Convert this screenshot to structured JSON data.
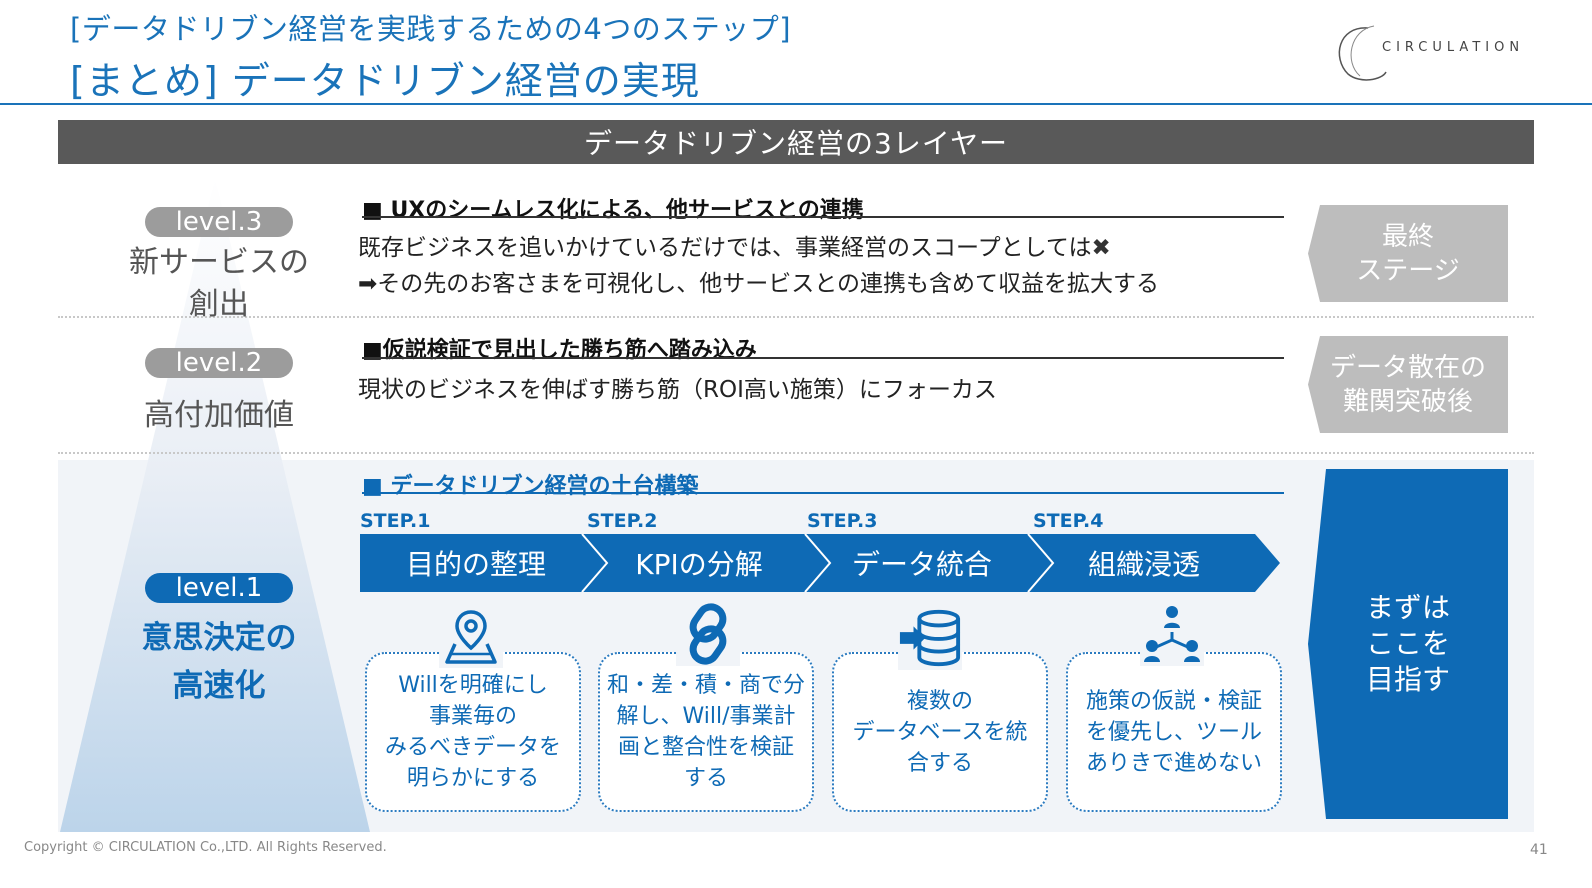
{
  "header": {
    "subtitle": "[データドリブン経営を実践するための4つのステップ]",
    "title": "[まとめ] データドリブン経営の実現",
    "logo_text": "CIRCULATION"
  },
  "layer_bar": "データドリブン経営の3レイヤー",
  "levels": [
    {
      "badge": "level.3",
      "label_line1": "新サービスの",
      "label_line2": "創出",
      "heading": "■ UXのシームレス化による、他サービスとの連携",
      "line1": "既存ビジネスを追いかけているだけでは、事業経営のスコープとしては",
      "line1_mark": "✖",
      "line2": "➡その先のお客さまを可視化し、他サービスとの連携も含めて収益を拡大する",
      "tag_line1": "最終",
      "tag_line2": "ステージ"
    },
    {
      "badge": "level.2",
      "label_line1": "高付加価値",
      "heading": "■仮説検証で見出した勝ち筋へ踏み込み",
      "line1": "現状のビジネスを伸ばす勝ち筋（ROI高い施策）にフォーカス",
      "tag_line1": "データ散在の",
      "tag_line2": "難関突破後"
    },
    {
      "badge": "level.1",
      "label_line1": "意思決定の",
      "label_line2": "高速化",
      "heading": "■ データドリブン経営の土台構築",
      "tag_line1": "まずは",
      "tag_line2": "ここを",
      "tag_line3": "目指す"
    }
  ],
  "steps": [
    {
      "label": "STEP.1",
      "name": "目的の整理",
      "icon": "map-pin-icon",
      "card": [
        "Willを明確にし",
        "事業毎の",
        "みるべきデータを",
        "明らかにする"
      ]
    },
    {
      "label": "STEP.2",
      "name": "KPIの分解",
      "icon": "link-icon",
      "card": [
        "和・差・積・商で分",
        "解し、Will/事業計",
        "画と整合性を検証",
        "する"
      ]
    },
    {
      "label": "STEP.3",
      "name": "データ統合",
      "icon": "database-import-icon",
      "card": [
        "複数の",
        "データベースを統",
        "合する"
      ]
    },
    {
      "label": "STEP.4",
      "name": "組織浸透",
      "icon": "organization-icon",
      "card": [
        "施策の仮説・検証",
        "を優先し、ツール",
        "ありきで進めない"
      ]
    }
  ],
  "colors": {
    "brand_blue": "#0e6ab5",
    "bar_gray": "#595959",
    "tag_gray": "#bdbdbd",
    "bg_light": "#f1f4f8"
  },
  "footer": {
    "copyright": "Copyright © CIRCULATION Co.,LTD. All Rights Reserved.",
    "page": "41"
  }
}
